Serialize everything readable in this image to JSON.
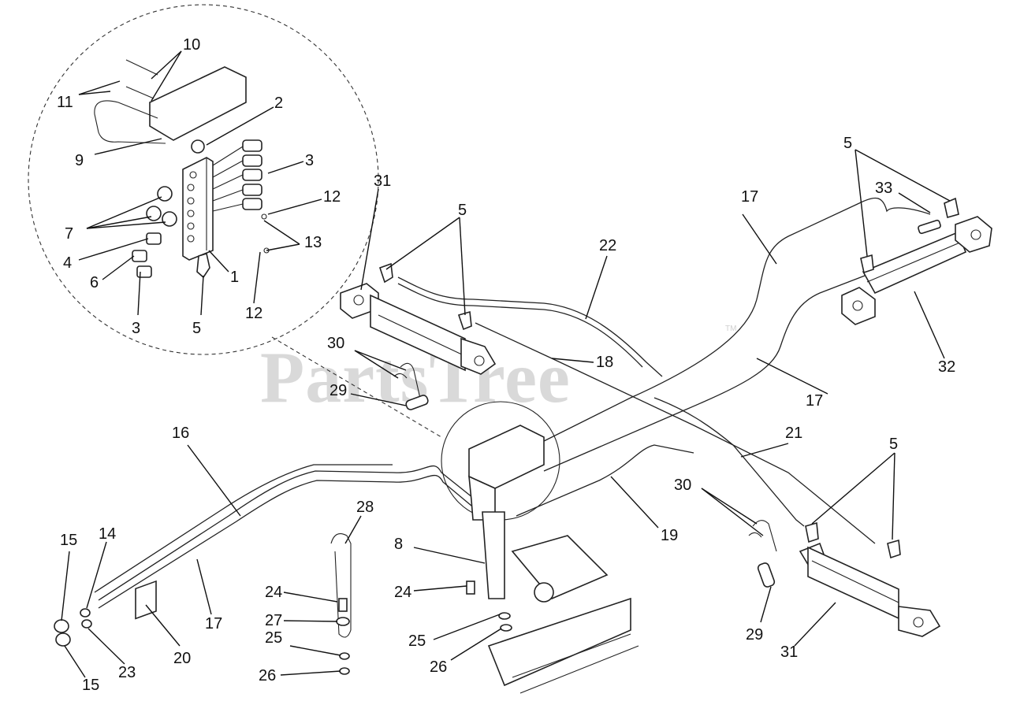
{
  "watermark": {
    "text": "PartsTree",
    "trademark": "TM"
  },
  "callouts": {
    "c1": "1",
    "c2": "2",
    "c3a": "3",
    "c3b": "3",
    "c4": "4",
    "c5a": "5",
    "c5b": "5",
    "c5c": "5",
    "c5d": "5",
    "c6": "6",
    "c7": "7",
    "c8": "8",
    "c9": "9",
    "c10": "10",
    "c11": "11",
    "c12a": "12",
    "c12b": "12",
    "c13": "13",
    "c14": "14",
    "c15a": "15",
    "c15b": "15",
    "c16": "16",
    "c17a": "17",
    "c17b": "17",
    "c17c": "17",
    "c18": "18",
    "c19": "19",
    "c20": "20",
    "c21": "21",
    "c22": "22",
    "c23": "23",
    "c24a": "24",
    "c24b": "24",
    "c25a": "25",
    "c25b": "25",
    "c26a": "26",
    "c26b": "26",
    "c27": "27",
    "c28": "28",
    "c29a": "29",
    "c29b": "29",
    "c30a": "30",
    "c30b": "30",
    "c31a": "31",
    "c31b": "31",
    "c32": "32",
    "c33": "33"
  }
}
